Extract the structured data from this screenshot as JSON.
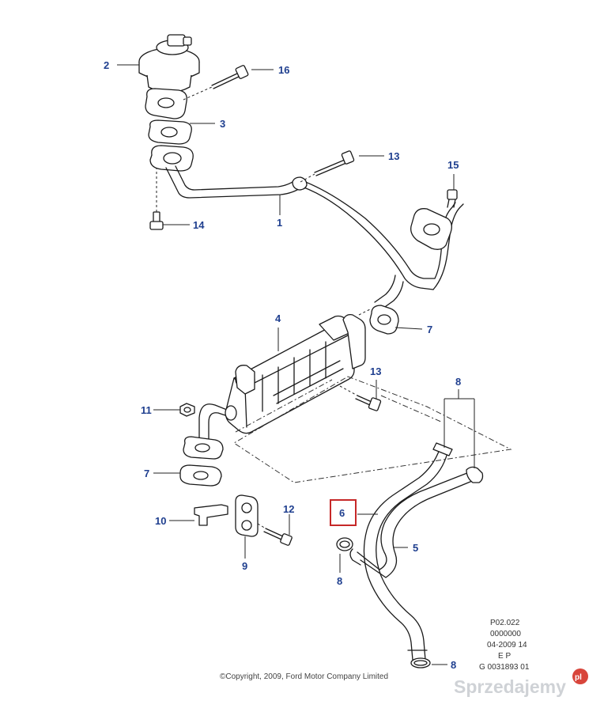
{
  "callouts": {
    "c2": "2",
    "c16": "16",
    "c3": "3",
    "c13a": "13",
    "c15": "15",
    "c14": "14",
    "c1": "1",
    "c4": "4",
    "c7a": "7",
    "c13b": "13",
    "c8a": "8",
    "c11": "11",
    "c7b": "7",
    "c6": "6",
    "c10": "10",
    "c12": "12",
    "c9": "9",
    "c5": "5",
    "c8b": "8",
    "c8c": "8"
  },
  "reference": {
    "line1": "P02.022",
    "line2": "0000000",
    "line3": "04-2009 14",
    "line4": "E P",
    "line5": "G 0031893 01"
  },
  "copyright": "©Copyright, 2009, Ford Motor Company Limited",
  "watermark": {
    "text": "Sprzedajemy",
    "badge": "pl"
  },
  "colors": {
    "callout": "#1f3f8f",
    "highlight": "#c62828",
    "watermark_badge": "#d8453b"
  }
}
